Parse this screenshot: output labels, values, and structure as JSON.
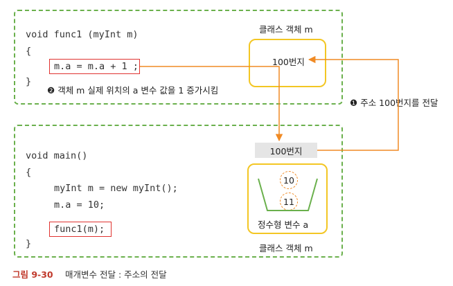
{
  "func1": {
    "code_lines": [
      "void func1 (myInt m)",
      "{",
      "m.a = m.a + 1 ;",
      "}"
    ],
    "note_marker": "❷",
    "note_text": "객체 m 실제 위치의 a 변수 값을 1 증가시킴",
    "object_label": "클래스 객체 m",
    "address": "100번지"
  },
  "main": {
    "code_lines": [
      "void main()",
      "{",
      "myInt m = new myInt();",
      "m.a = 10;",
      "func1(m);",
      "}"
    ],
    "address": "100번지",
    "values": [
      "10",
      "11"
    ],
    "field_label": "정수형 변수 a",
    "object_label": "클래스 객체 m"
  },
  "transfer": {
    "marker": "❶",
    "text": "주소 100번지를 전달"
  },
  "caption": {
    "figure": "그림 9-30",
    "text": "매개변수 전달 : 주소의 전달"
  },
  "colors": {
    "dashed_border": "#6ab04c",
    "highlight": "#e0322f",
    "object_border": "#f3c623",
    "arrow": "#f08a24"
  }
}
